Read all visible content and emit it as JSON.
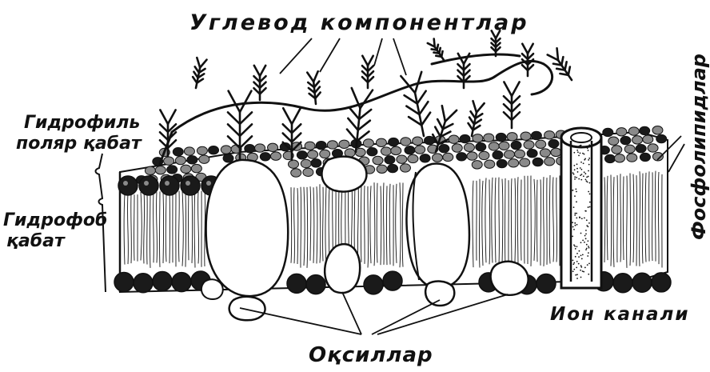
{
  "labels": {
    "carbohydrates": "Углевод компонентлар",
    "hydrophilic_line1": "Гидрофиль",
    "hydrophilic_line2": "поляр қабат",
    "hydrophobic_line1": "Гидрофоб",
    "hydrophobic_line2": "қабат",
    "phospholipids": "Фосфолипидлар",
    "ion_channel": "Ион канали",
    "proteins": "Оқсиллар"
  },
  "colors": {
    "ink": "#111111",
    "paper": "#ffffff",
    "head_gray": "#8a8a8a",
    "head_dark": "#1a1a1a"
  }
}
